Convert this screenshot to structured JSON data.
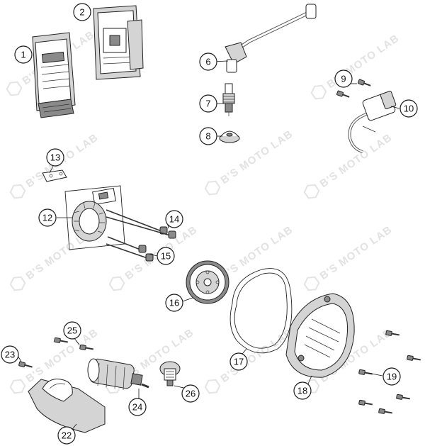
{
  "watermark": {
    "text": "B'S MOTO LAB"
  },
  "callouts": {
    "c1": "1",
    "c2": "2",
    "c6": "6",
    "c7": "7",
    "c8": "8",
    "c9": "9",
    "c10": "10",
    "c12": "12",
    "c13": "13",
    "c14": "14",
    "c15": "15",
    "c16": "16",
    "c17": "17",
    "c18": "18",
    "c19": "19",
    "c22": "22",
    "c23": "23",
    "c24": "24",
    "c25": "25",
    "c26": "26"
  }
}
